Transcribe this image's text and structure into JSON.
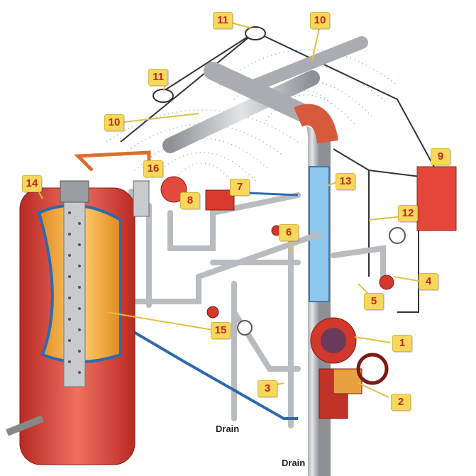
{
  "callouts": [
    "1",
    "2",
    "3",
    "4",
    "5",
    "6",
    "7",
    "8",
    "9",
    "10",
    "10",
    "11",
    "11",
    "12",
    "13",
    "14",
    "15",
    "16"
  ],
  "drains": [
    "Drain",
    "Drain"
  ],
  "colors": {
    "label_bg": "#f6d85c",
    "label_text": "#c4261c",
    "pipe": "#b8bcc0",
    "tank": "#e2473a",
    "valve": "#d2382c",
    "water": "#5aa6dc"
  }
}
